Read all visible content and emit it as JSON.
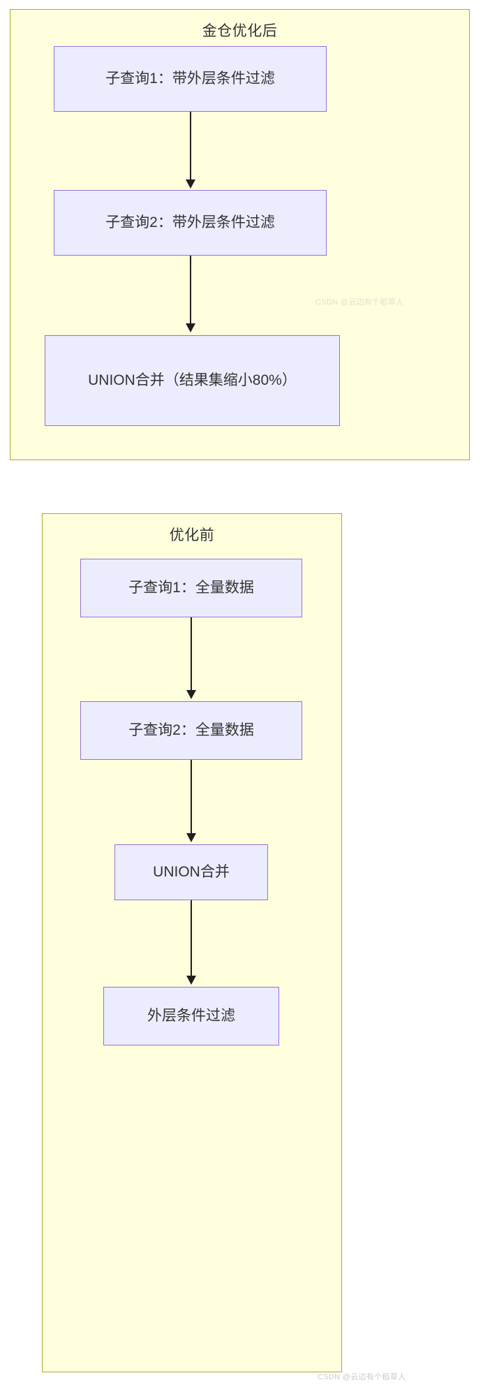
{
  "diagram": {
    "type": "flowchart",
    "direction": "top-to-bottom",
    "clusters": [
      {
        "id": "after",
        "title": "金仓优化后",
        "nodes": [
          {
            "id": "a1",
            "label": "子查询1：带外层条件过滤"
          },
          {
            "id": "a2",
            "label": "子查询2：带外层条件过滤"
          },
          {
            "id": "a3",
            "label": "UNION合并（结果集缩小80%）"
          }
        ],
        "edges": [
          {
            "from": "a1",
            "to": "a2"
          },
          {
            "from": "a2",
            "to": "a3"
          }
        ]
      },
      {
        "id": "before",
        "title": "优化前",
        "nodes": [
          {
            "id": "b1",
            "label": "子查询1：全量数据"
          },
          {
            "id": "b2",
            "label": "子查询2：全量数据"
          },
          {
            "id": "b3",
            "label": "UNION合并"
          },
          {
            "id": "b4",
            "label": "外层条件过滤"
          }
        ],
        "edges": [
          {
            "from": "b1",
            "to": "b2"
          },
          {
            "from": "b2",
            "to": "b3"
          },
          {
            "from": "b3",
            "to": "b4"
          }
        ]
      }
    ]
  },
  "watermarks": {
    "middle": "CSDN @云边有个稻草人",
    "bottom": "CSDN @云边有个稻草人"
  },
  "colors": {
    "cluster_fill": "#ffffde",
    "cluster_border": "#aaaa33",
    "node_fill": "#ececff",
    "node_border": "#9370db",
    "edge": "#1f1f1f",
    "text": "#333333",
    "page_background": "#ffffff"
  }
}
